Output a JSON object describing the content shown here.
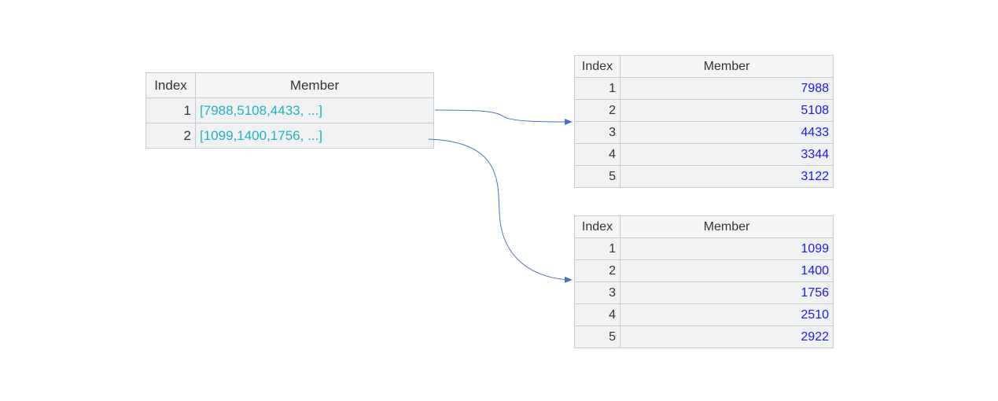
{
  "main_table": {
    "headers": [
      "Index",
      "Member"
    ],
    "rows": [
      {
        "index": "1",
        "member": "[7988,5108,4433, ...]"
      },
      {
        "index": "2",
        "member": "[1099,1400,1756, ...]"
      }
    ]
  },
  "sub_tables": [
    {
      "headers": [
        "Index",
        "Member"
      ],
      "rows": [
        {
          "index": "1",
          "member": "7988"
        },
        {
          "index": "2",
          "member": "5108"
        },
        {
          "index": "3",
          "member": "4433"
        },
        {
          "index": "4",
          "member": "3344"
        },
        {
          "index": "5",
          "member": "3122"
        }
      ]
    },
    {
      "headers": [
        "Index",
        "Member"
      ],
      "rows": [
        {
          "index": "1",
          "member": "1099"
        },
        {
          "index": "2",
          "member": "1400"
        },
        {
          "index": "3",
          "member": "1756"
        },
        {
          "index": "4",
          "member": "2510"
        },
        {
          "index": "5",
          "member": "2922"
        }
      ]
    }
  ],
  "colors": {
    "sequence_text": "#1fb3c0",
    "number_text": "#1a1af0",
    "arrow": "#4472c4"
  }
}
